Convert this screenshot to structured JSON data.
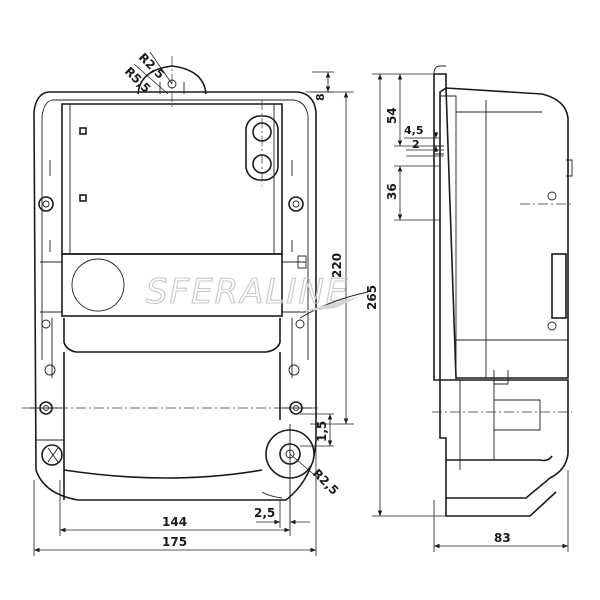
{
  "watermark": "SFERALINE",
  "dimensions": {
    "r_small": "R2,5",
    "r_large": "R5,5",
    "d_top": "8",
    "d_220": "220",
    "d_265": "265",
    "d_54": "54",
    "d_45": "4,5",
    "d_2": "2",
    "d_36": "36",
    "d_15": "1,5",
    "r_bottom": "R2,5",
    "d_25": "2,5",
    "d_144": "144",
    "d_175": "175",
    "d_83": "83"
  }
}
